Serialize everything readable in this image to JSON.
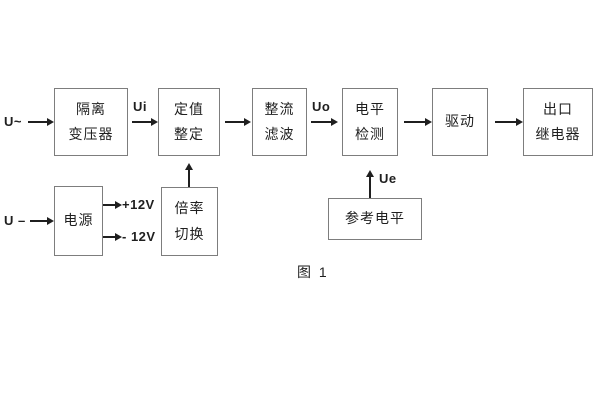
{
  "caption": "图 1",
  "labels": {
    "input_ac": "U~",
    "input_dc": "U –",
    "ui": "Ui",
    "uo": "Uo",
    "ue": "Ue",
    "rail_pos": "+12V",
    "rail_neg": "- 12V"
  },
  "blocks": {
    "isolation_transformer": {
      "line1": "隔离",
      "line2": "变压器"
    },
    "setting_adjust": {
      "line1": "定值",
      "line2": "整定"
    },
    "rectifier_filter": {
      "line1": "整流",
      "line2": "滤波"
    },
    "level_detect": {
      "line1": "电平",
      "line2": "检测"
    },
    "driver": {
      "label": "驱动"
    },
    "output_relay": {
      "line1": "出口",
      "line2": "继电器"
    },
    "power_supply": {
      "label": "电源"
    },
    "ratio_switch": {
      "line1": "倍率",
      "line2": "切换"
    },
    "reference_level": {
      "label": "参考电平"
    }
  },
  "colors": {
    "background": "#ffffff",
    "box_border": "#7d7d7d",
    "line": "#1f1f1f",
    "text": "#1f1f1f"
  }
}
